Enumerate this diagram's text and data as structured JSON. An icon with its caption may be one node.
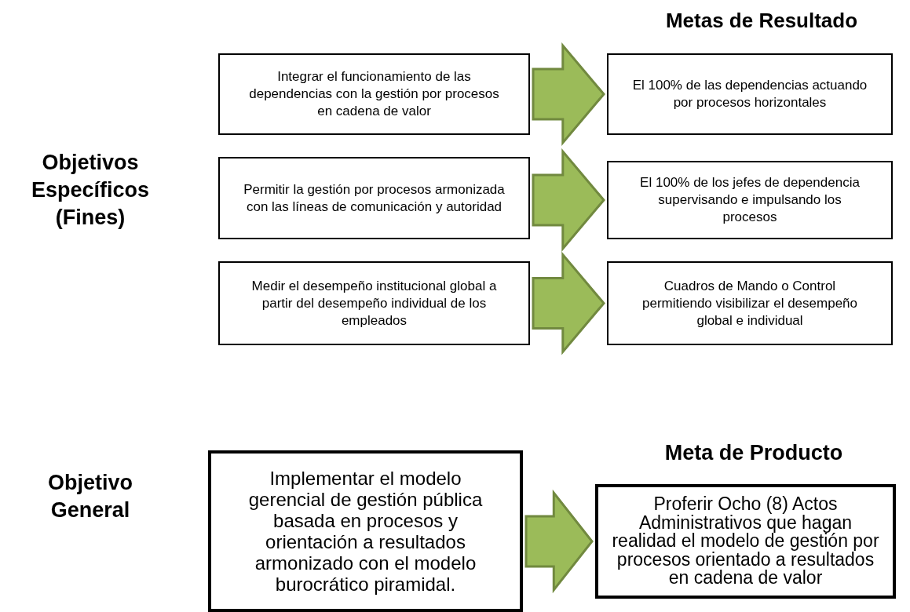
{
  "diagram": {
    "nodes": [
      {
        "text": [
          "Integrar el funcionamiento de las dependencias con la gestión por procesos en cadena de valor"
        ]
      },
      {
        "text": [
          "El 100% de las dependencias actuando por procesos horizontales"
        ]
      },
      {
        "text": [
          "Permitir la gestión por procesos armonizada con las líneas de comunicación y autoridad"
        ]
      },
      {
        "text": [
          "El 100% de los jefes de dependencia supervisando e impulsando los procesos"
        ]
      },
      {
        "text": [
          "Medir el desempeño institucional global a partir del desempeño individual de los empleados"
        ]
      },
      {
        "text": [
          "Cuadros de Mando o Control permitiendo visibilizar el desempeño global e individual"
        ]
      },
      {
        "text": [
          "Implementar el modelo gerencial de gestión pública basada en procesos y orientación a resultados armonizado con el modelo burocrático piramidal."
        ]
      },
      {
        "text": [
          "Proferir Ocho (8) Actos Administrativos que hagan realidad el modelo de gestión por procesos orientado a resultados en cadena de valor"
        ]
      }
    ],
    "edges": [
      {
        "from": 0,
        "to": 1,
        "arrow": "to"
      },
      {
        "from": 2,
        "to": 3,
        "arrow": "to"
      },
      {
        "from": 4,
        "to": 5,
        "arrow": "to"
      },
      {
        "from": 6,
        "to": 7,
        "arrow": "to"
      }
    ],
    "labels": [
      "Metas de Resultado",
      "Objetivos Específicos (Fines)",
      "Meta de Producto",
      "Objetivo General"
    ]
  }
}
